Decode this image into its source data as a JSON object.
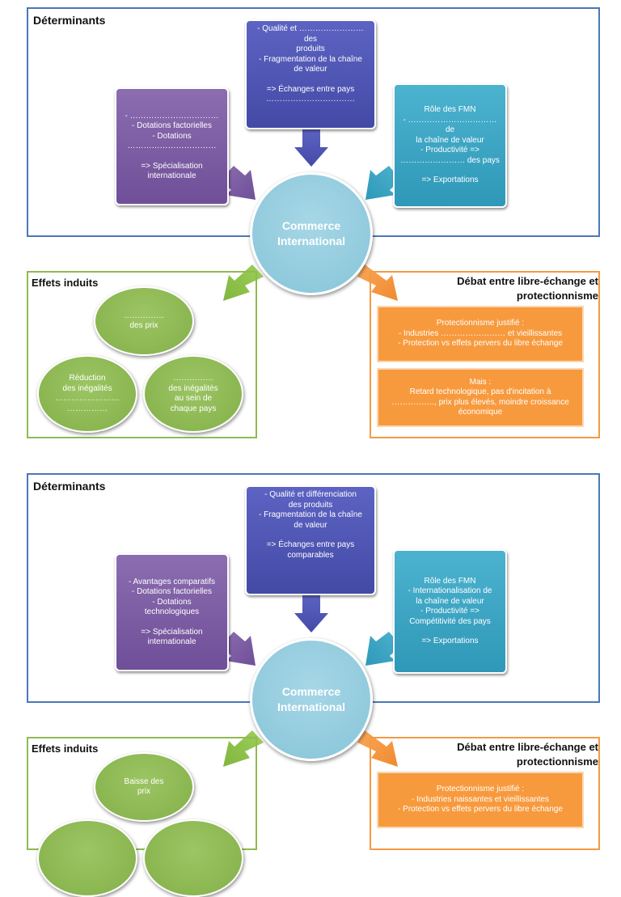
{
  "colors": {
    "blue_border": "#4a78b8",
    "green_border": "#8fba52",
    "orange_border": "#f39a45",
    "purple": "#7b5ca4",
    "indigo": "#4f56b5",
    "teal": "#3ea6c4",
    "green": "#8ebb54",
    "orange": "#f79a3e",
    "light_blue": "#95cde0"
  },
  "top": {
    "determinants_title": "Déterminants",
    "purple_lines": [
      "- ……………………………",
      "- Dotations factorielles",
      "- Dotations",
      "……………………………",
      "",
      "=> Spécialisation",
      "internationale"
    ],
    "indigo_lines": [
      "- Qualité et …………………… des",
      "produits",
      "- Fragmentation de la chaîne",
      "de valeur",
      "",
      "=> Échanges entre pays",
      "……………………………"
    ],
    "teal_lines": [
      "Rôle des FMN",
      "- …………………………… de",
      "la chaîne de valeur",
      "- Productivité =>",
      "…………………… des pays",
      "",
      "=> Exportations"
    ],
    "center_line1": "Commerce",
    "center_line2": "International",
    "effects_title": "Effets induits",
    "ellipse1_lines": [
      "……………",
      "des prix"
    ],
    "ellipse2_lines": [
      "Réduction",
      "des inégalités",
      "……………………",
      "……………"
    ],
    "ellipse3_lines": [
      "……………",
      "des inégalités",
      "au sein de",
      "chaque pays"
    ],
    "debate_title_line1": "Débat entre libre-échange et",
    "debate_title_line2": "protectionnisme",
    "orange1_lines": [
      "Protectionnisme justifié :",
      "- Industries …………………… et vieillissantes",
      "- Protection vs effets pervers du libre échange"
    ],
    "orange2_lines": [
      "Mais :",
      "Retard technologique, pas d'incitation à",
      "……………., prix plus élevés, moindre croissance",
      "économique"
    ]
  },
  "bottom": {
    "determinants_title": "Déterminants",
    "purple_lines": [
      "- Avantages comparatifs",
      "- Dotations factorielles",
      "- Dotations",
      "technologiques",
      "",
      "=> Spécialisation",
      "internationale"
    ],
    "indigo_lines": [
      "- Qualité et différenciation",
      "des produits",
      "- Fragmentation de la chaîne",
      "de valeur",
      "",
      "=> Échanges entre pays",
      "comparables"
    ],
    "teal_lines": [
      "Rôle des FMN",
      "- Internationalisation de",
      "la chaîne de valeur",
      "- Productivité =>",
      "Compétitivité des pays",
      "",
      "=> Exportations"
    ],
    "center_line1": "Commerce",
    "center_line2": "International",
    "effects_title": "Effets induits",
    "ellipse1_lines": [
      "Baisse des",
      "prix"
    ],
    "debate_title_line1": "Débat entre libre-échange et",
    "debate_title_line2": "protectionnisme",
    "orange1_lines": [
      "Protectionnisme justifié :",
      "- Industries naissantes et vieillissantes",
      "- Protection vs effets pervers du libre échange"
    ]
  }
}
